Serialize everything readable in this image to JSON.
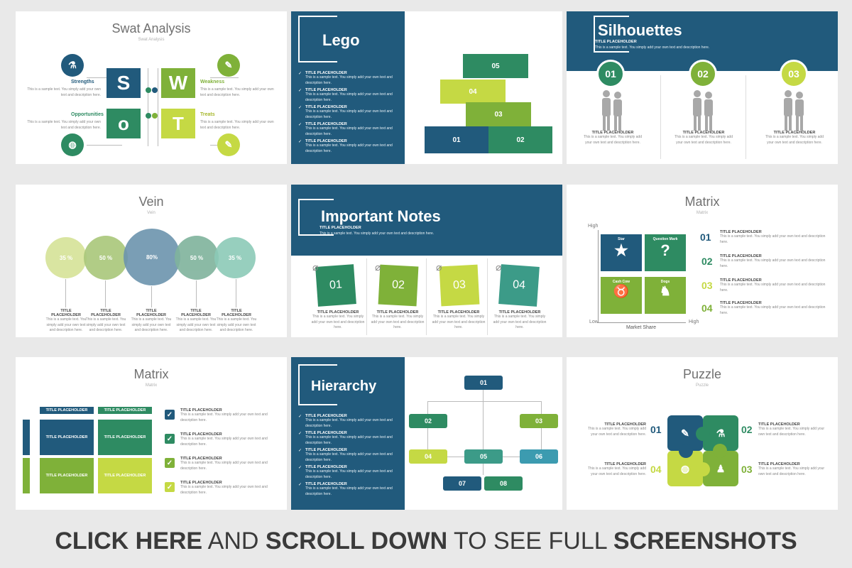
{
  "colors": {
    "dark_blue": "#215a7c",
    "green": "#2e8b62",
    "mid_green": "#7fb139",
    "lime": "#c5d944",
    "teal": "#3c9bb0"
  },
  "common": {
    "title_placeholder": "TITLE PLACEHOLDER",
    "sample_text": "This is a sample text. You simply add your own text and description here.",
    "sample_short": "This is a sample text. You simply add your own text and description here."
  },
  "swot": {
    "title": "Swat Analysis",
    "subtitle": "Swat Analysis",
    "letters": [
      "S",
      "W",
      "o",
      "T"
    ],
    "labels": {
      "s": "Strengths",
      "w": "Weakness",
      "o": "Opportunities",
      "t": "Treats"
    },
    "icons": [
      "flask-icon",
      "edit-icon",
      "globe-icon",
      "note-icon"
    ]
  },
  "lego": {
    "title": "Lego",
    "bricks": [
      "05",
      "04",
      "03",
      "01",
      "02"
    ]
  },
  "silhouettes": {
    "title": "Silhouettes",
    "numbers": [
      "01",
      "02",
      "03"
    ]
  },
  "vein": {
    "title": "Vein",
    "subtitle": "Vein",
    "values": [
      "35 %",
      "50 %",
      "80%",
      "50 %",
      "35 %"
    ]
  },
  "notes": {
    "title": "Important Notes",
    "numbers": [
      "01",
      "02",
      "03",
      "04"
    ]
  },
  "matrix1": {
    "title": "Matrix",
    "subtitle": "Matrix",
    "high": "High",
    "low": "Low",
    "high2": "High",
    "xlabel": "Market Share",
    "cells": [
      "Star",
      "Question Mark",
      "Cash Cow",
      "Dogs"
    ],
    "numbers": [
      "01",
      "02",
      "03",
      "04"
    ]
  },
  "matrix2": {
    "title": "Matrix",
    "subtitle": "Matrix"
  },
  "hierarchy": {
    "title": "Hierarchy",
    "nodes": [
      "01",
      "02",
      "03",
      "04",
      "05",
      "06",
      "07",
      "08"
    ]
  },
  "puzzle": {
    "title": "Puzzle",
    "subtitle": "Puzzle",
    "numbers": [
      "01",
      "02",
      "03",
      "04"
    ]
  },
  "footer": {
    "p1": "CLICK HERE",
    "p2": " AND ",
    "p3": "SCROLL DOWN",
    "p4": " TO SEE FULL ",
    "p5": "SCREENSHOTS"
  }
}
